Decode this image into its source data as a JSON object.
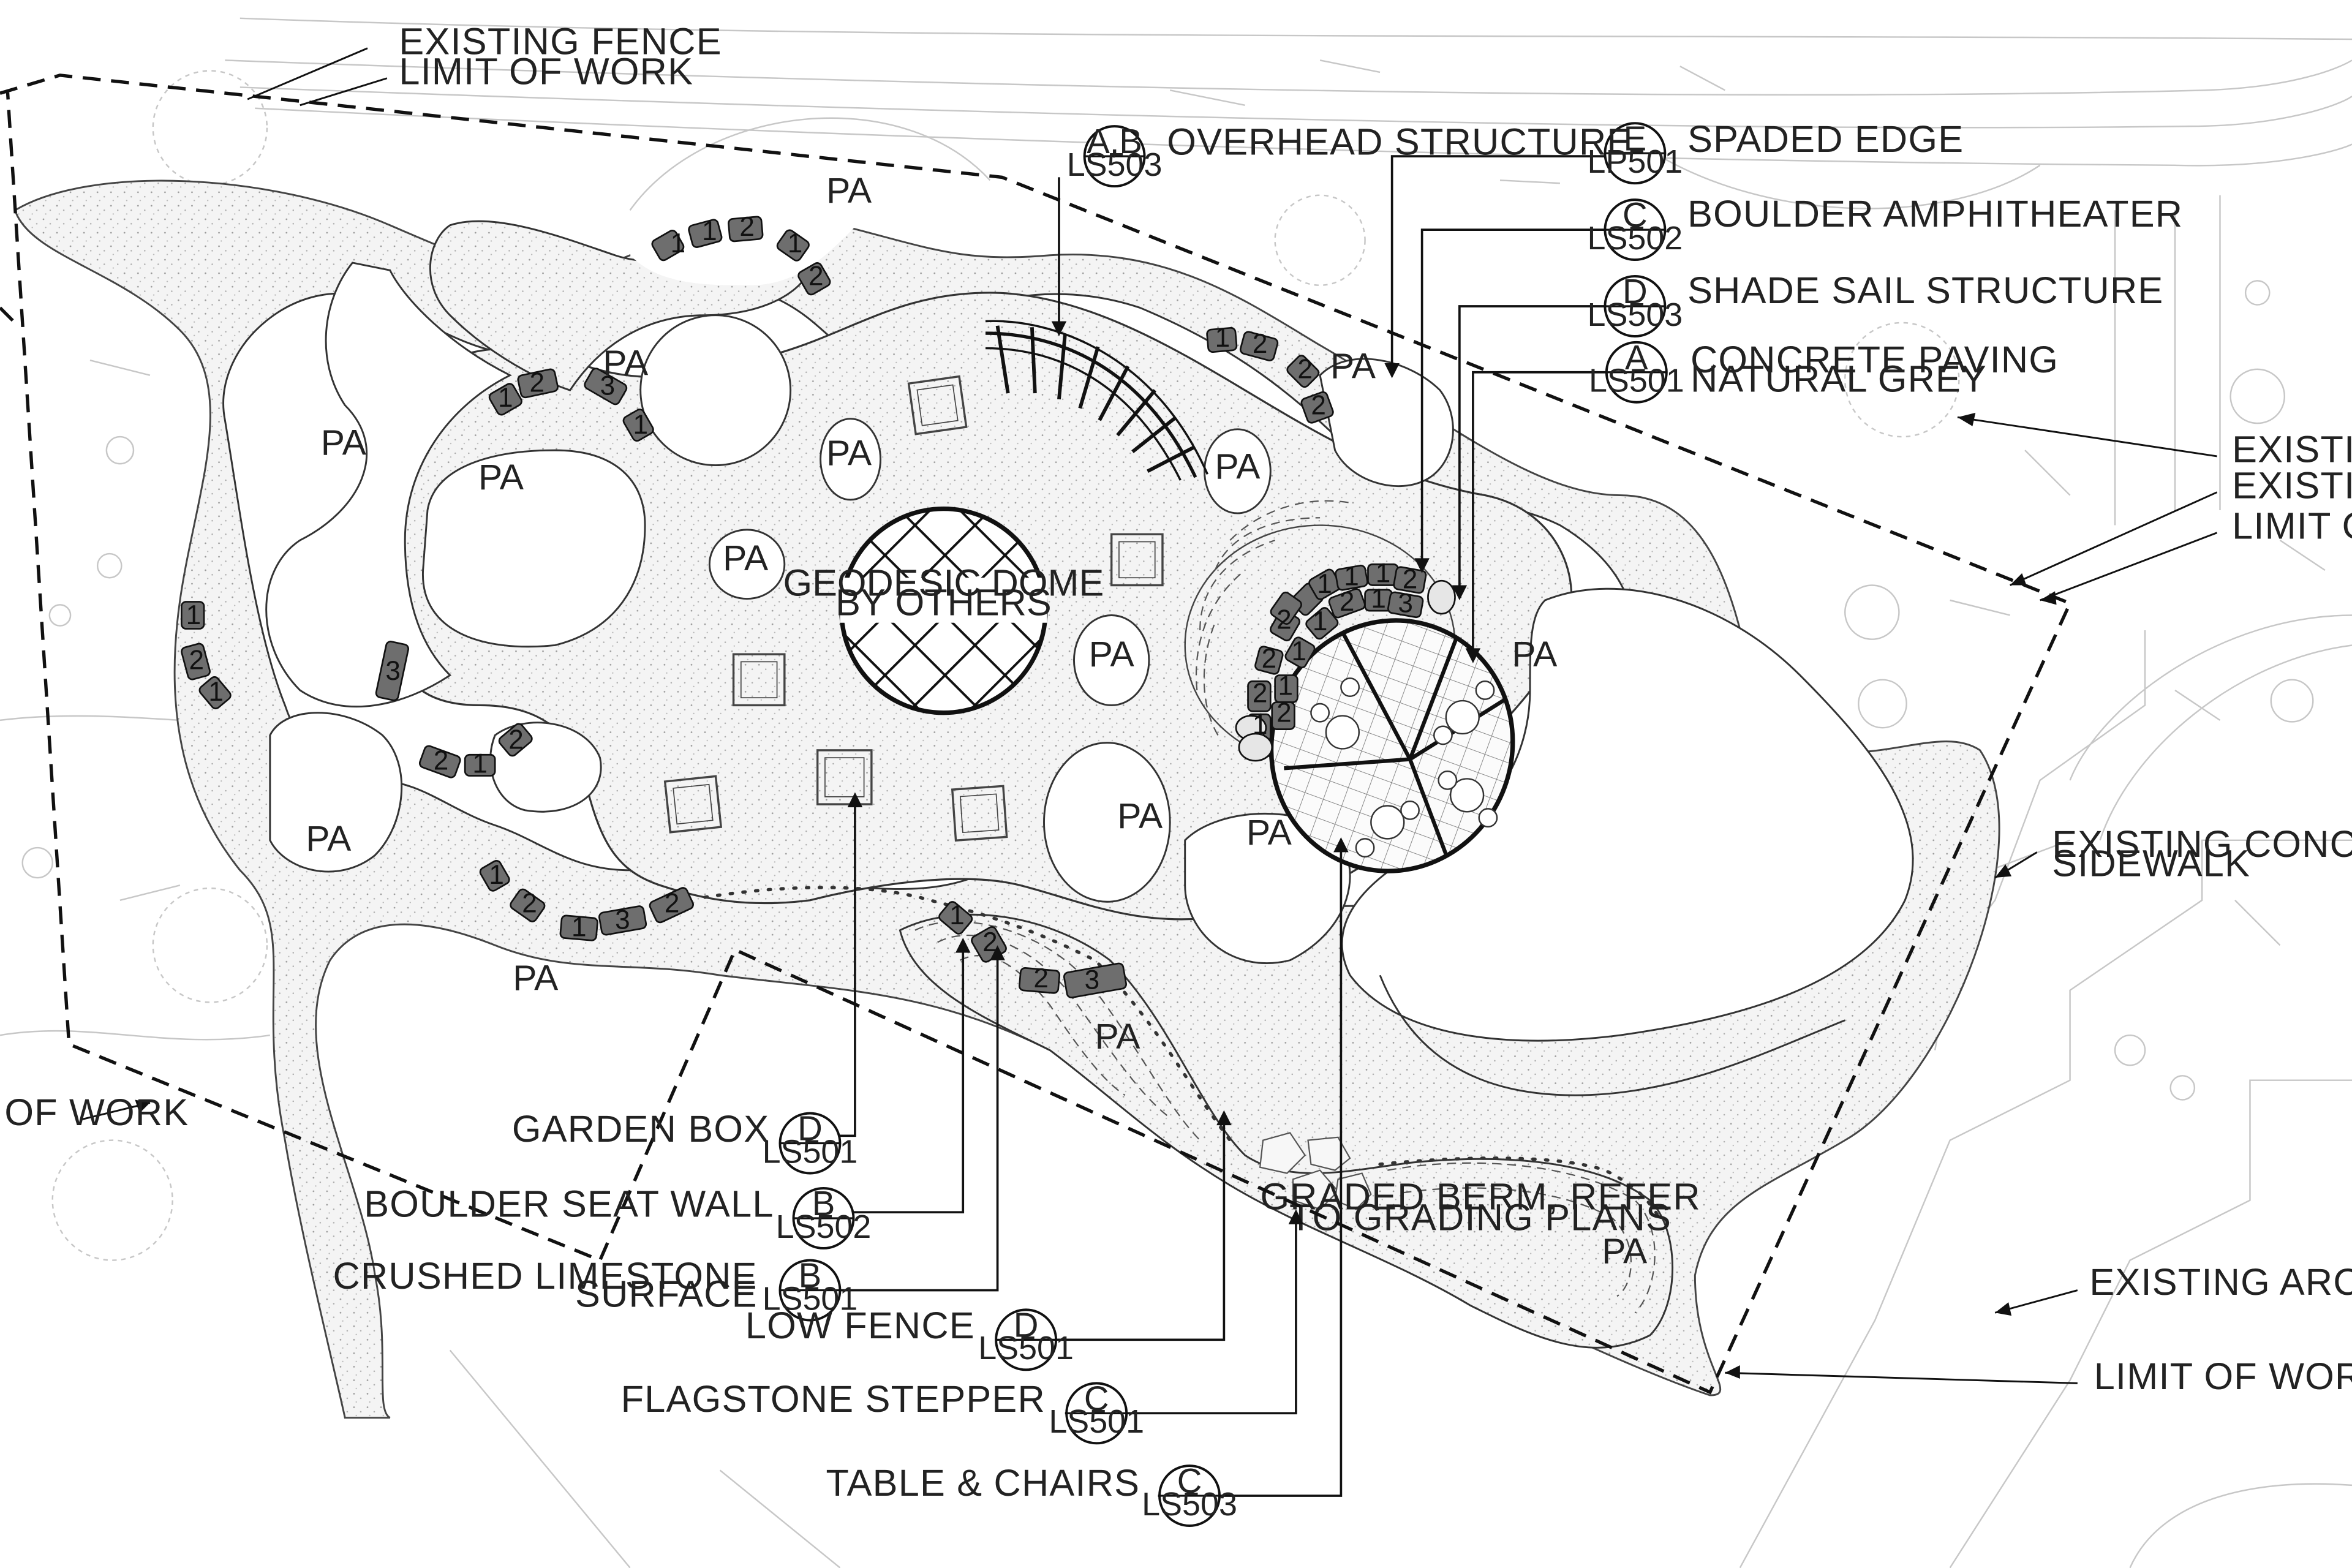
{
  "plan": {
    "pa_label": "PA",
    "dome_label": [
      "GEODESIC DOME",
      "BY OTHERS"
    ],
    "berm_label": [
      "GRADED BERM, REFER",
      "TO GRADING PLANS"
    ],
    "context_labels": {
      "existing_fence_top": "EXISTING FENCE",
      "limit_of_work_top": "LIMIT OF WORK",
      "existing_tree": "EXISTING TREE",
      "existing_fence_right": "EXISTING FENCE",
      "limit_of_work_right": "LIMIT OF WORK",
      "sidewalk": [
        "EXISTING CONCRETE",
        "SIDEWALK"
      ],
      "architecture": "EXISTING ARCHITECTURE",
      "limit_of_work_bottom": "LIMIT OF WORK",
      "limit_of_work_left": "OF WORK"
    },
    "callouts": {
      "overhead_structure": {
        "top": "A,B",
        "sheet": "LS503",
        "label": "OVERHEAD STRUCTURE"
      },
      "spaded_edge": {
        "top": "E",
        "sheet": "LP501",
        "label": "SPADED EDGE"
      },
      "boulder_amphitheater": {
        "top": "C",
        "sheet": "LS502",
        "label": "BOULDER AMPHITHEATER"
      },
      "shade_sail": {
        "top": "D",
        "sheet": "LS503",
        "label": "SHADE SAIL STRUCTURE"
      },
      "concrete_paving": {
        "top": "A",
        "sheet": "LS501",
        "label": [
          "CONCRETE PAVING",
          "NATURAL GREY"
        ]
      },
      "garden_box": {
        "top": "D",
        "sheet": "LS501",
        "label": "GARDEN BOX"
      },
      "boulder_seat_wall": {
        "top": "B",
        "sheet": "LS502",
        "label": "BOULDER SEAT WALL"
      },
      "crushed_limestone": {
        "top": "B",
        "sheet": "LS501",
        "label": [
          "CRUSHED LIMESTONE",
          "SURFACE"
        ]
      },
      "low_fence": {
        "top": "D",
        "sheet": "LS501",
        "label": "LOW FENCE"
      },
      "flagstone_stepper": {
        "top": "C",
        "sheet": "LS501",
        "label": "FLAGSTONE STEPPER"
      },
      "table_chairs": {
        "top": "C",
        "sheet": "LS503",
        "label": "TABLE & CHAIRS"
      }
    },
    "stone_numbers": [
      "1",
      "2",
      "3"
    ]
  }
}
